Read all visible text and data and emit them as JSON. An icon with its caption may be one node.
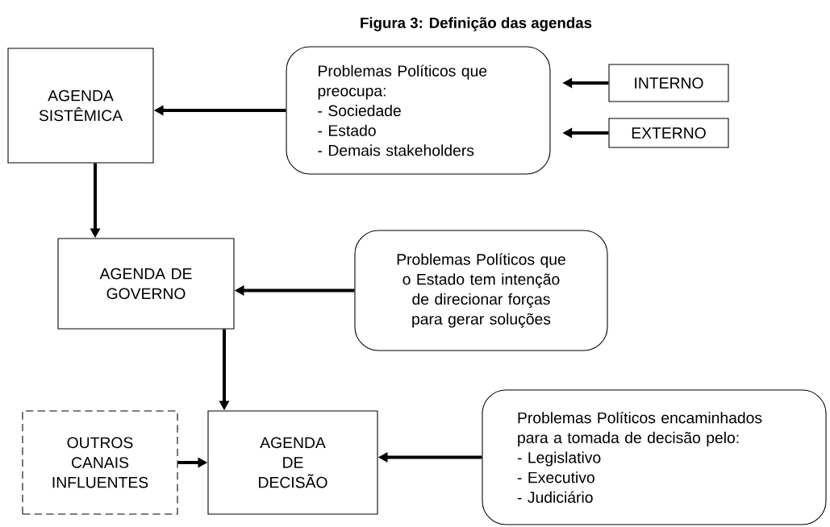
{
  "diagram": {
    "title": "Figura 3: Definição das agendas",
    "nodes": [
      {
        "text": [
          "AGENDA SISTÊMICA"
        ]
      },
      {
        "text": [
          "Problemas Políticos que preocupa:",
          "- Sociedade",
          "- Estado",
          "- Demais stakeholders"
        ]
      },
      {
        "text": [
          "INTERNO"
        ]
      },
      {
        "text": [
          "EXTERNO"
        ]
      },
      {
        "text": [
          "AGENDA DE GOVERNO"
        ]
      },
      {
        "text": [
          "Problemas Políticos que o Estado tem intenção de direcionar forças para gerar soluções"
        ]
      },
      {
        "text": [
          "OUTROS CANAIS INFLUENTES"
        ]
      },
      {
        "text": [
          "AGENDA DE DECISÃO"
        ]
      },
      {
        "text": [
          "Problemas Políticos encaminhados para a tomada de decisão pelo:",
          "- Legislativo",
          "- Executivo",
          "- Judiciário"
        ]
      }
    ],
    "edges": [
      {
        "from": 1,
        "to": 0,
        "arrow": "to"
      },
      {
        "from": 2,
        "to": 1,
        "arrow": "to"
      },
      {
        "from": 3,
        "to": 1,
        "arrow": "to"
      },
      {
        "from": 0,
        "to": 4,
        "arrow": "to"
      },
      {
        "from": 5,
        "to": 4,
        "arrow": "to"
      },
      {
        "from": 4,
        "to": 7,
        "arrow": "to"
      },
      {
        "from": 6,
        "to": 7,
        "arrow": "to"
      },
      {
        "from": 8,
        "to": 7,
        "arrow": "to"
      }
    ]
  }
}
